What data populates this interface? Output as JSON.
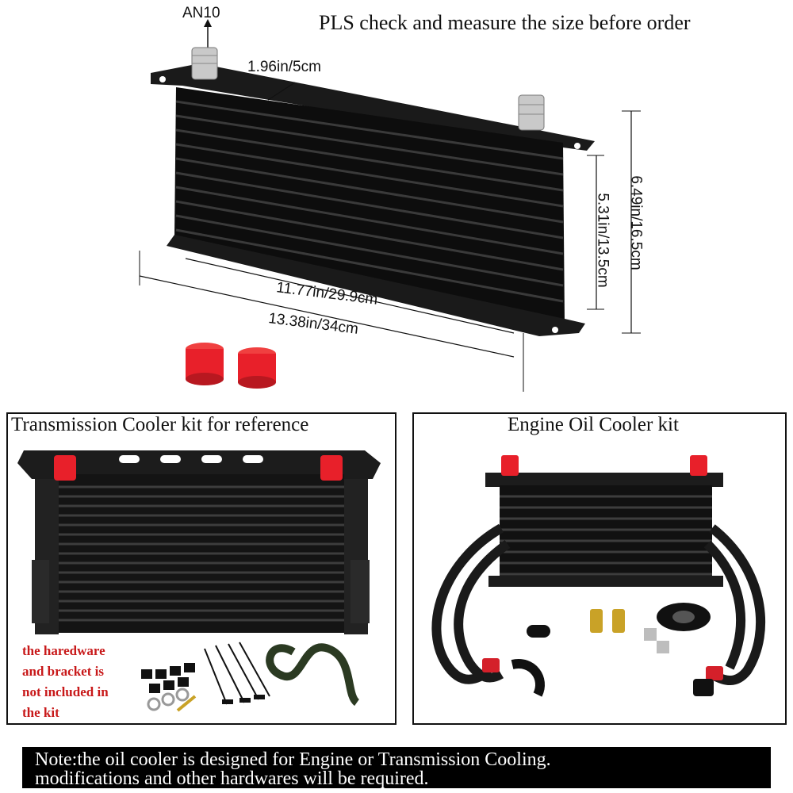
{
  "header": {
    "notice": "PLS check and measure the size before order",
    "fitting_label": "AN10"
  },
  "dimensions": {
    "fitting_spacing": "1.96in/5cm",
    "core_width": "11.77in/29.9cm",
    "overall_width": "13.38in/34cm",
    "core_height": "5.31in/13.5cm",
    "overall_height": "6.49in/16.5cm"
  },
  "panels": {
    "left_title": "Transmission Cooler kit for reference",
    "right_title": "Engine Oil Cooler kit",
    "warning_lines": [
      "the haredware",
      "and bracket is",
      "not included in",
      "the kit"
    ]
  },
  "footer": {
    "line1": "Note:the oil cooler is designed for Engine or Transmission Cooling.",
    "line2": "modifications and other hardwares will be required."
  },
  "colors": {
    "cooler_body": "#0d0d0d",
    "cap_red": "#e8202a",
    "warning_red": "#c8191a",
    "hose_accent": "#d4202a"
  }
}
